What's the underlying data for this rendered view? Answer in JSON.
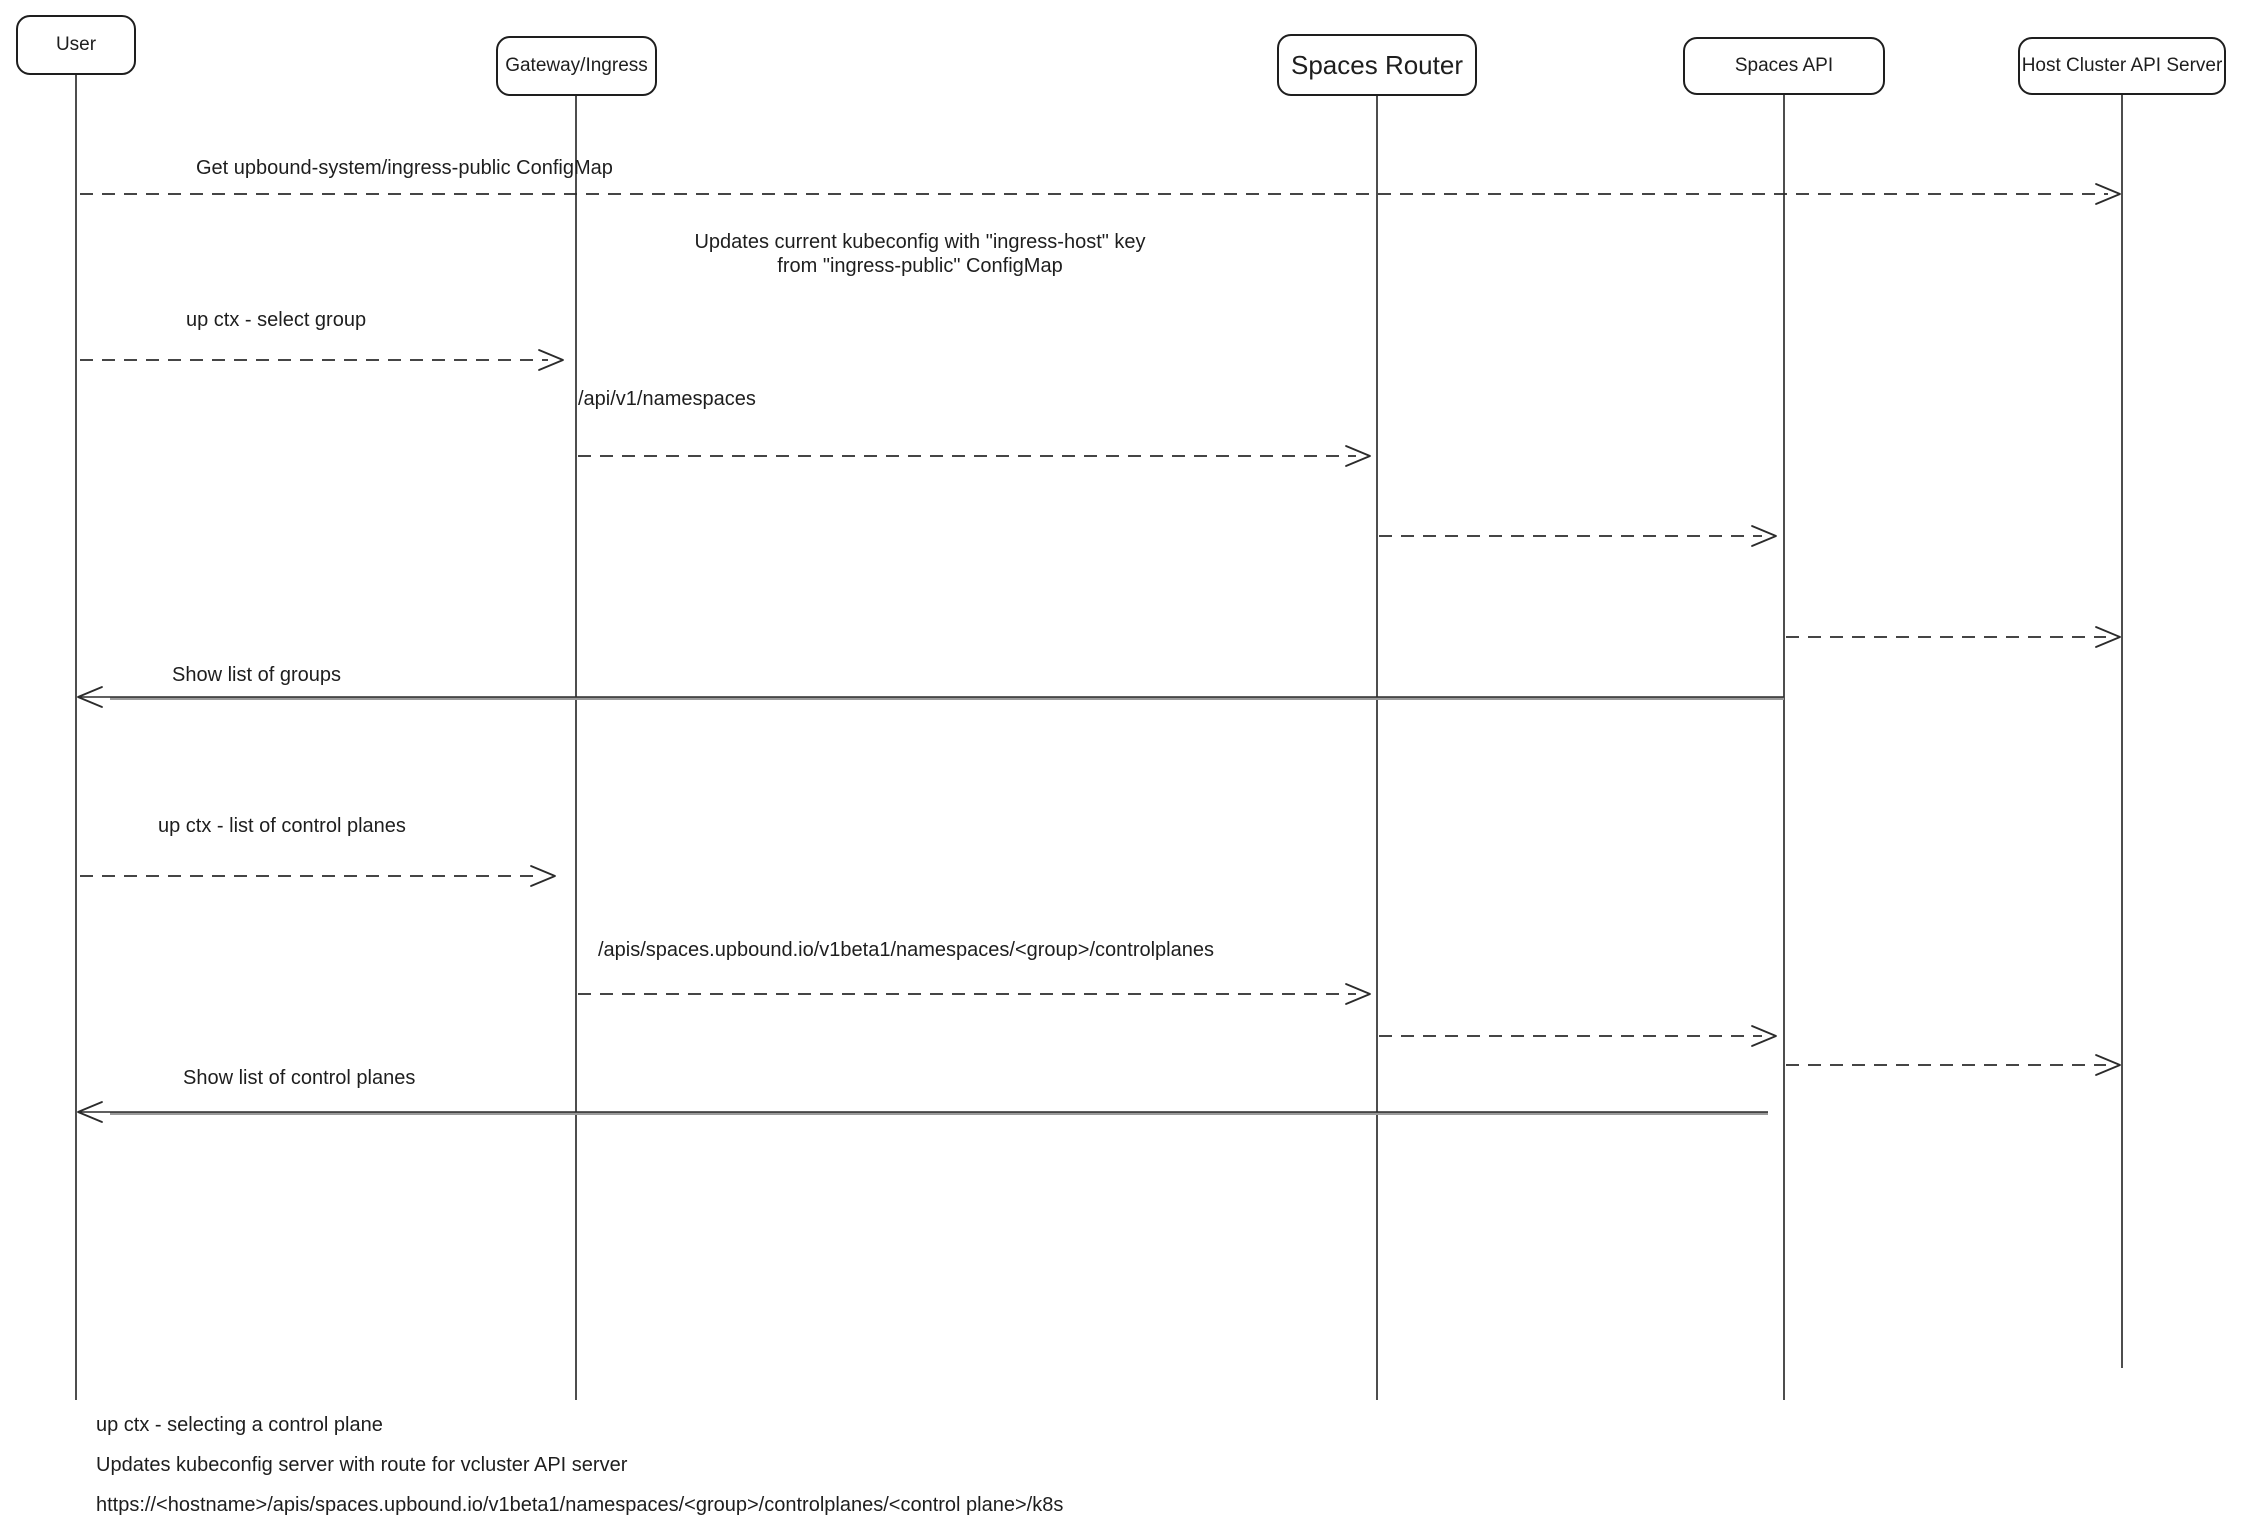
{
  "diagram": {
    "colors": {
      "ink": "#1e1e1e",
      "background": "#ffffff"
    },
    "actors": [
      {
        "label": "User"
      },
      {
        "label": "Gateway/Ingress"
      },
      {
        "label": "Spaces Router"
      },
      {
        "label": "Spaces API"
      },
      {
        "label": "Host Cluster API Server"
      }
    ],
    "messages": {
      "get_configmap": "Get upbound-system/ingress-public ConfigMap",
      "kubeconfig_note_line1": "Updates current kubeconfig with \"ingress-host\" key",
      "kubeconfig_note_line2": "from \"ingress-public\" ConfigMap",
      "select_group": "up ctx - select group",
      "api_namespaces": "/api/v1/namespaces",
      "show_groups": "Show list of groups",
      "list_control_planes": "up ctx - list of control planes",
      "apis_controlplanes": "/apis/spaces.upbound.io/v1beta1/namespaces/<group>/controlplanes",
      "show_control_planes": "Show list of control planes"
    },
    "footer": {
      "line1": "up ctx - selecting a control plane",
      "line2": "Updates kubeconfig server with route for vcluster API server",
      "line3": "https://<hostname>/apis/spaces.upbound.io/v1beta1/namespaces/<group>/controlplanes/<control plane>/k8s"
    }
  }
}
